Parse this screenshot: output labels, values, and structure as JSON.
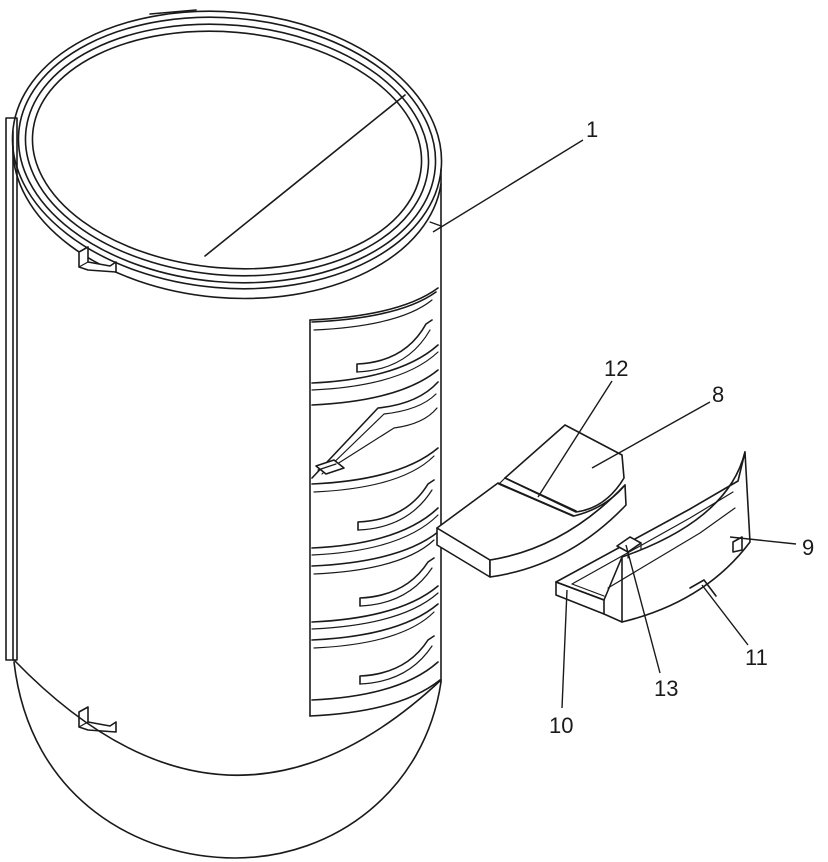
{
  "figure": {
    "labels": {
      "ref_1": "1",
      "ref_8": "8",
      "ref_9": "9",
      "ref_10": "10",
      "ref_11": "11",
      "ref_12": "12",
      "ref_13": "13"
    }
  }
}
